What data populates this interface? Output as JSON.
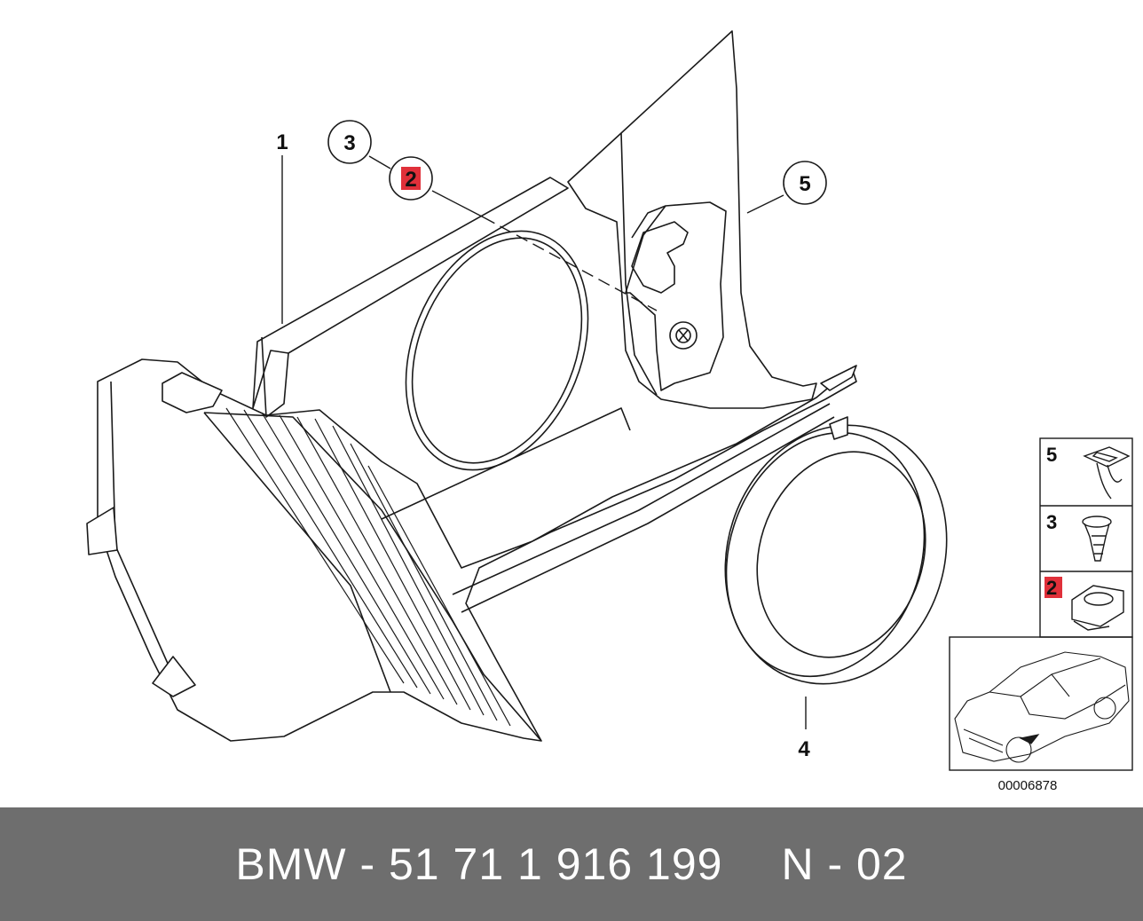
{
  "callouts": {
    "part1": "1",
    "part2": "2",
    "part3": "3",
    "part4": "4",
    "part5": "5"
  },
  "legend": {
    "items": [
      {
        "number": "5",
        "icon": "clip-icon"
      },
      {
        "number": "3",
        "icon": "expanding-rivet-icon"
      },
      {
        "number": "2",
        "icon": "grommet-icon",
        "highlighted": true
      }
    ],
    "thumbnail_icon": "car-thumbnail-icon"
  },
  "diagram_id": "00006878",
  "footer": {
    "part_number": "BMW - 51 71 1 916 199",
    "page": "N - 02"
  },
  "colors": {
    "highlight": "#e0303a",
    "footer_bg": "#6e6e6e",
    "line": "#1a1a1a"
  }
}
